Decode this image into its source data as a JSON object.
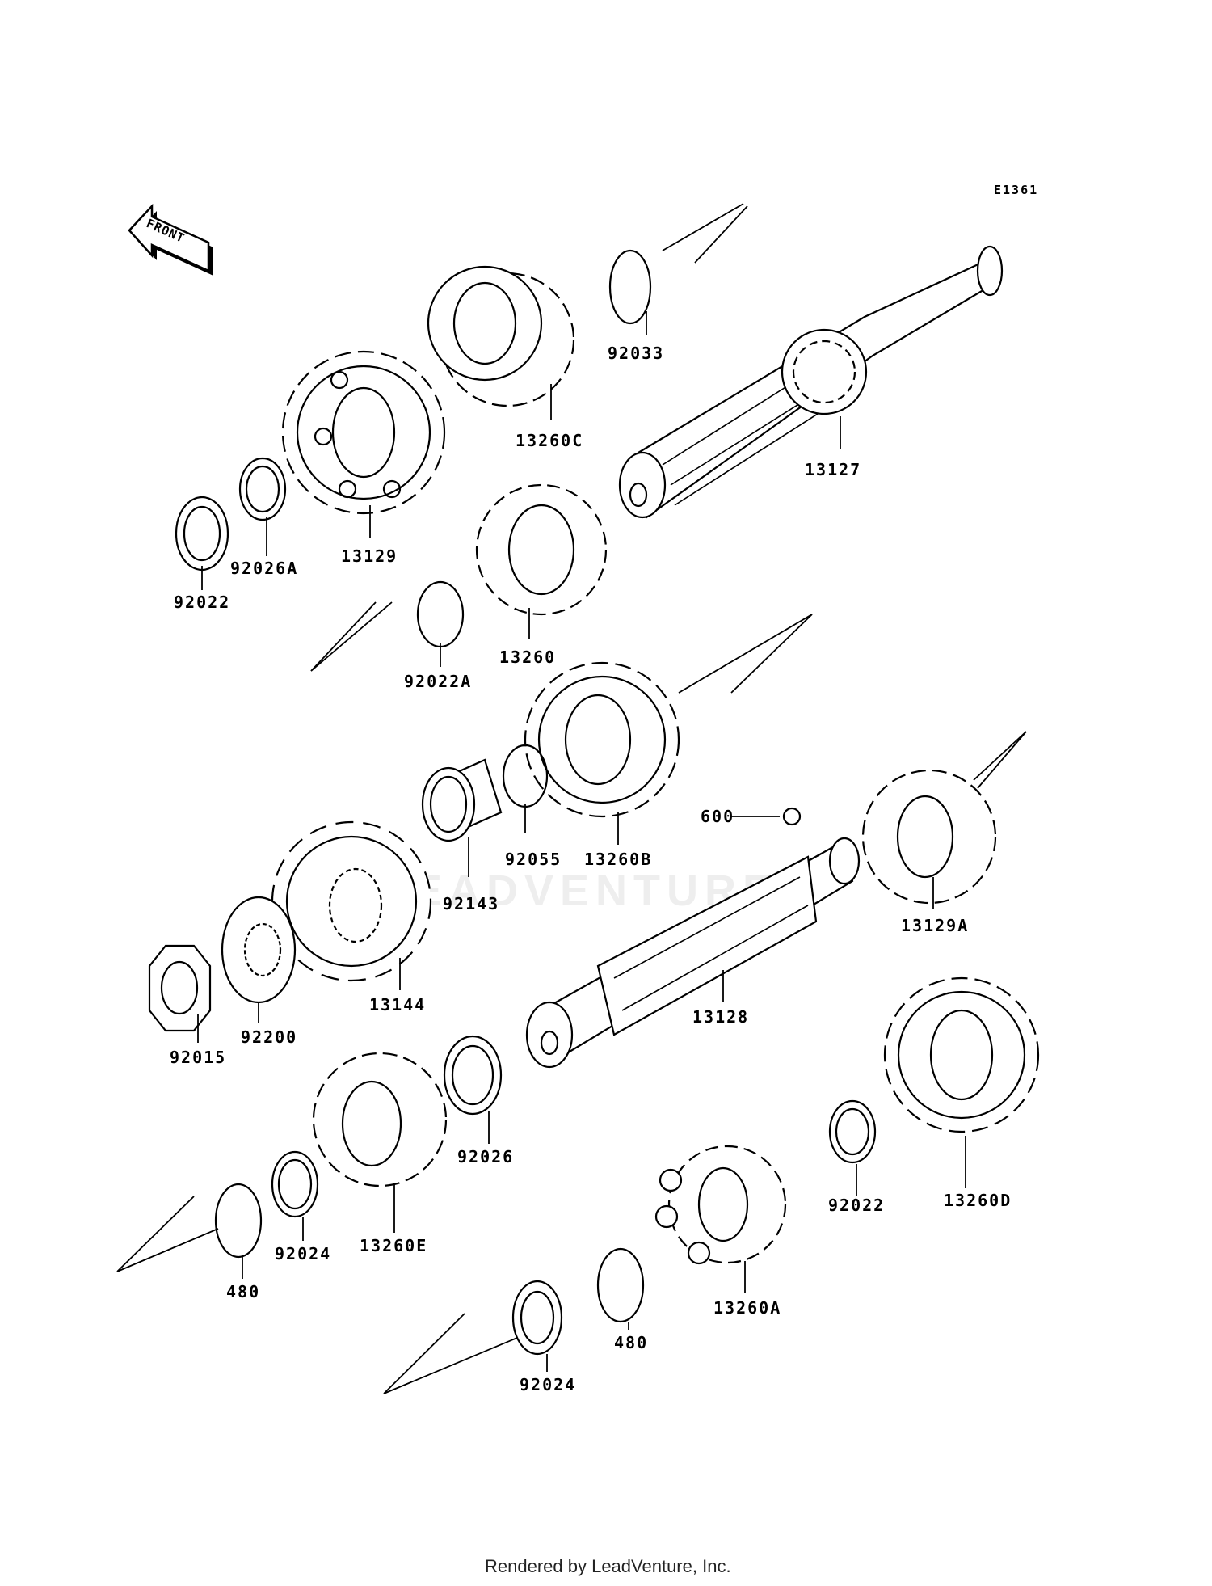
{
  "diagram_code": "E1361",
  "front_arrow_label": "FRONT",
  "watermark": "LEADVENTURE",
  "footer": "Rendered by LeadVenture, Inc.",
  "parts": {
    "p92033": "92033",
    "p13260C": "13260C",
    "p13127": "13127",
    "p13129": "13129",
    "p92026A": "92026A",
    "p92022_top": "92022",
    "p92022A": "92022A",
    "p13260": "13260",
    "p13260B": "13260B",
    "p92055": "92055",
    "p92143": "92143",
    "p600": "600",
    "p13129A": "13129A",
    "p13144": "13144",
    "p92200": "92200",
    "p92015": "92015",
    "p13128": "13128",
    "p92026": "92026",
    "p13260E": "13260E",
    "p92024_left": "92024",
    "p480_left": "480",
    "p13260D": "13260D",
    "p92022_right": "92022",
    "p13260A": "13260A",
    "p480_right": "480",
    "p92024_bottom": "92024"
  }
}
